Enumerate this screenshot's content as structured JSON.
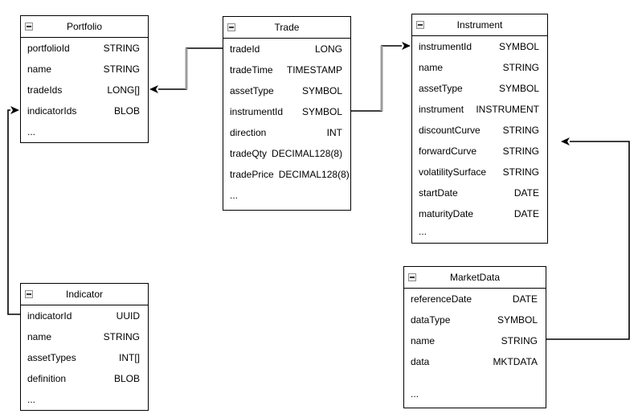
{
  "diagram": {
    "type": "entity-relationship",
    "colors": {
      "entity_border": "#000000",
      "entity_background": "#ffffff",
      "text": "#000000",
      "connector": "#000000",
      "connector_vertical_accent": "#9c9c9c",
      "collapse_icon_border": "#8f8f8f",
      "collapse_icon_background": "#f2f2f2"
    },
    "entities": [
      {
        "id": "portfolio",
        "title": "Portfolio",
        "collapse_icon": "minus-box-icon",
        "fields": [
          {
            "name": "portfolioId",
            "type": "STRING"
          },
          {
            "name": "name",
            "type": "STRING"
          },
          {
            "name": "tradeIds",
            "type": "LONG[]"
          },
          {
            "name": "indicatorIds",
            "type": "BLOB"
          },
          {
            "name": "...",
            "type": ""
          }
        ]
      },
      {
        "id": "trade",
        "title": "Trade",
        "collapse_icon": "minus-box-icon",
        "fields": [
          {
            "name": "tradeId",
            "type": "LONG"
          },
          {
            "name": "tradeTime",
            "type": "TIMESTAMP"
          },
          {
            "name": "assetType",
            "type": "SYMBOL"
          },
          {
            "name": "instrumentId",
            "type": "SYMBOL"
          },
          {
            "name": "direction",
            "type": "INT"
          },
          {
            "name": "tradeQty",
            "type": "DECIMAL128(8)"
          },
          {
            "name": "tradePrice",
            "type": "DECIMAL128(8)"
          },
          {
            "name": "...",
            "type": ""
          }
        ]
      },
      {
        "id": "instrument",
        "title": "Instrument",
        "collapse_icon": "minus-box-icon",
        "fields": [
          {
            "name": "instrumentId",
            "type": "SYMBOL"
          },
          {
            "name": "name",
            "type": "STRING"
          },
          {
            "name": "assetType",
            "type": "SYMBOL"
          },
          {
            "name": "instrument",
            "type": "INSTRUMENT"
          },
          {
            "name": "discountCurve",
            "type": "STRING"
          },
          {
            "name": "forwardCurve",
            "type": "STRING"
          },
          {
            "name": "volatilitySurface",
            "type": "STRING"
          },
          {
            "name": "startDate",
            "type": "DATE"
          },
          {
            "name": "maturityDate",
            "type": "DATE"
          },
          {
            "name": "...",
            "type": ""
          }
        ]
      },
      {
        "id": "marketdata",
        "title": "MarketData",
        "collapse_icon": "minus-box-icon",
        "fields": [
          {
            "name": "referenceDate",
            "type": "DATE"
          },
          {
            "name": "dataType",
            "type": "SYMBOL"
          },
          {
            "name": "name",
            "type": "STRING"
          },
          {
            "name": "data",
            "type": "MKTDATA"
          },
          {
            "name": "...",
            "type": ""
          }
        ]
      },
      {
        "id": "indicator",
        "title": "Indicator",
        "collapse_icon": "minus-box-icon",
        "fields": [
          {
            "name": "indicatorId",
            "type": "UUID"
          },
          {
            "name": "name",
            "type": "STRING"
          },
          {
            "name": "assetTypes",
            "type": "INT[]"
          },
          {
            "name": "definition",
            "type": "BLOB"
          },
          {
            "name": "...",
            "type": ""
          }
        ]
      }
    ],
    "connections": [
      {
        "from": "Trade.tradeId",
        "to": "Portfolio.tradeIds",
        "arrow": "into Portfolio right side"
      },
      {
        "from": "Trade.instrumentId",
        "to": "Instrument.instrumentId",
        "arrow": "into Instrument left side"
      },
      {
        "from": "Indicator.indicatorId",
        "to": "Portfolio.indicatorIds",
        "arrow": "into Portfolio left side"
      },
      {
        "from": "MarketData.name",
        "to": "Instrument",
        "arrow": "into Instrument right side"
      }
    ]
  }
}
